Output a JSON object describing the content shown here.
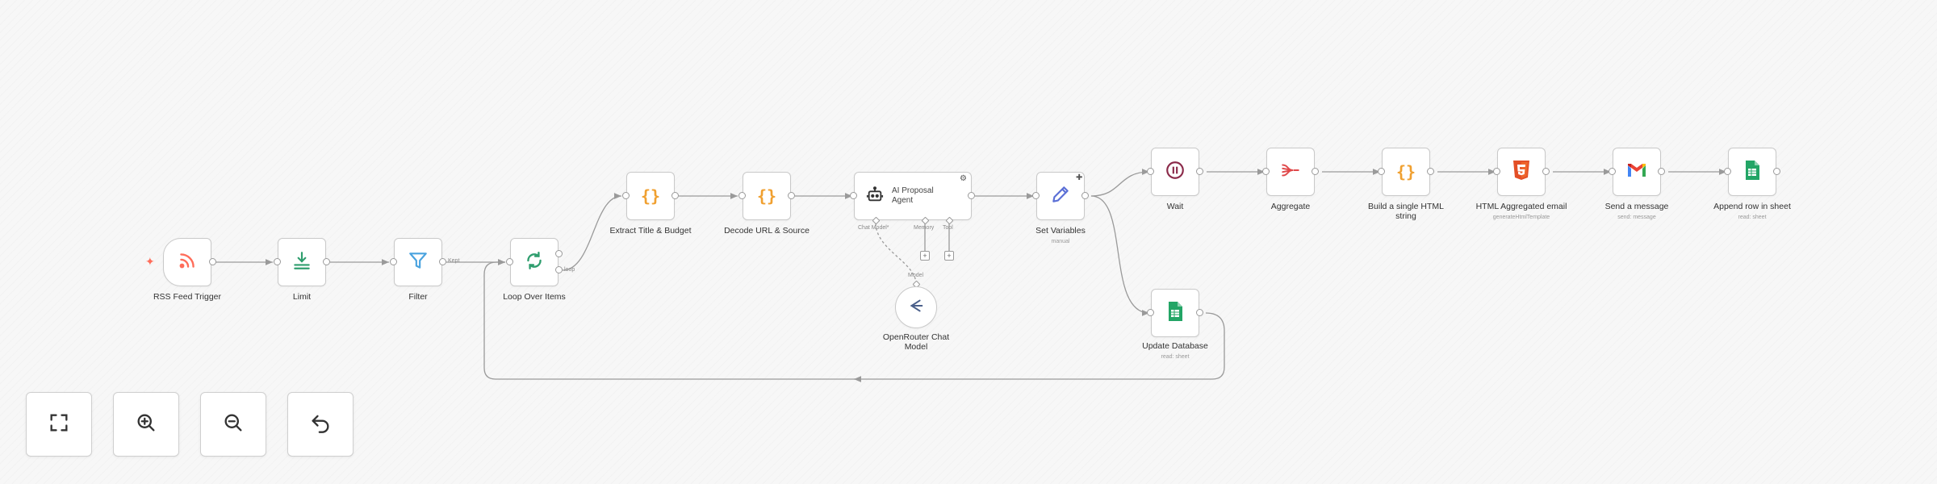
{
  "workflow": {
    "nodes": {
      "rss": {
        "label": "RSS Feed Trigger",
        "icon": "rss-icon"
      },
      "limit": {
        "label": "Limit",
        "icon": "limit-icon"
      },
      "filter": {
        "label": "Filter",
        "icon": "filter-icon",
        "out_label": "Kept"
      },
      "loop": {
        "label": "Loop Over Items",
        "icon": "loop-icon",
        "out_label": "loop"
      },
      "extract": {
        "label": "Extract Title & Budget",
        "icon": "code-braces-icon"
      },
      "decode": {
        "label": "Decode URL & Source",
        "icon": "code-braces-icon"
      },
      "agent": {
        "label": "AI Proposal Agent",
        "icon": "robot-icon",
        "ports": {
          "chat_model": "Chat Model*",
          "memory": "Memory",
          "tool": "Tool"
        }
      },
      "set": {
        "label": "Set Variables",
        "sublabel": "manual",
        "icon": "pencil-icon"
      },
      "wait": {
        "label": "Wait",
        "icon": "pause-icon"
      },
      "aggregate": {
        "label": "Aggregate",
        "icon": "aggregate-icon"
      },
      "build": {
        "label": "Build a single HTML string",
        "icon": "code-braces-icon"
      },
      "html": {
        "label": "HTML Aggregated email",
        "sublabel": "generateHtmlTemplate",
        "icon": "html5-icon"
      },
      "gmail": {
        "label": "Send a message",
        "sublabel": "send: message",
        "icon": "gmail-icon"
      },
      "append": {
        "label": "Append row in sheet",
        "sublabel": "read: sheet",
        "icon": "google-sheets-icon"
      },
      "update": {
        "label": "Update Database",
        "sublabel": "read: sheet",
        "icon": "google-sheets-icon"
      },
      "openrouter": {
        "label": "OpenRouter Chat Model",
        "top_label": "Model",
        "icon": "openrouter-icon"
      }
    }
  },
  "controls": {
    "fit": "fit-view-icon",
    "zoom_in": "zoom-in-icon",
    "zoom_out": "zoom-out-icon",
    "undo": "undo-icon"
  },
  "colors": {
    "rss": "#ff6d5a",
    "limit": "#2f9e6e",
    "filter": "#4aa3df",
    "loop": "#2f9e6e",
    "code": "#f0a030",
    "wait": "#8b2a4a",
    "aggregate": "#e0484a",
    "html": "#e34f26",
    "sheets": "#23a566",
    "edge": "#9a9a9a"
  }
}
